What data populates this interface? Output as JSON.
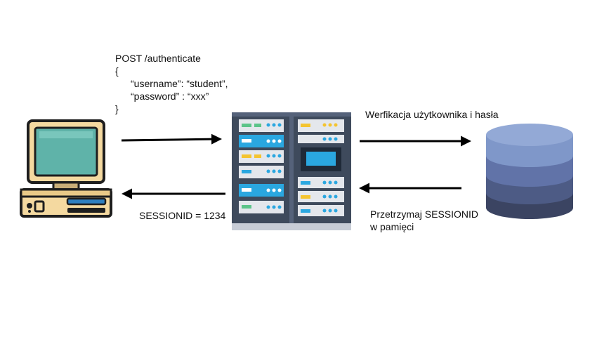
{
  "request": {
    "line1": "POST /authenticate",
    "line2": "{",
    "line3": "“username”: “student”,",
    "line4": "“password” : “xxx”",
    "line5": "}"
  },
  "labels": {
    "verify": "Werfikacja użytkownika i hasła",
    "session_response": "SESSIONID = 1234",
    "store_line1": "Przetrzymaj SESSIONID",
    "store_line2": "w pamięci"
  },
  "icons": {
    "client": "desktop-computer-icon",
    "server": "server-rack-icon",
    "database": "database-icon"
  },
  "colors": {
    "db_top": "#7f97c9",
    "db_mid1": "#6173a8",
    "db_mid2": "#4d5b85",
    "db_bottom": "#3b4462",
    "screen": "#5fb3a9",
    "monitor": "#f4d9a0",
    "server_frame": "#3e4a5c",
    "accent_blue": "#2aa7e0",
    "accent_yellow": "#f4c430",
    "accent_green": "#5cc489"
  }
}
